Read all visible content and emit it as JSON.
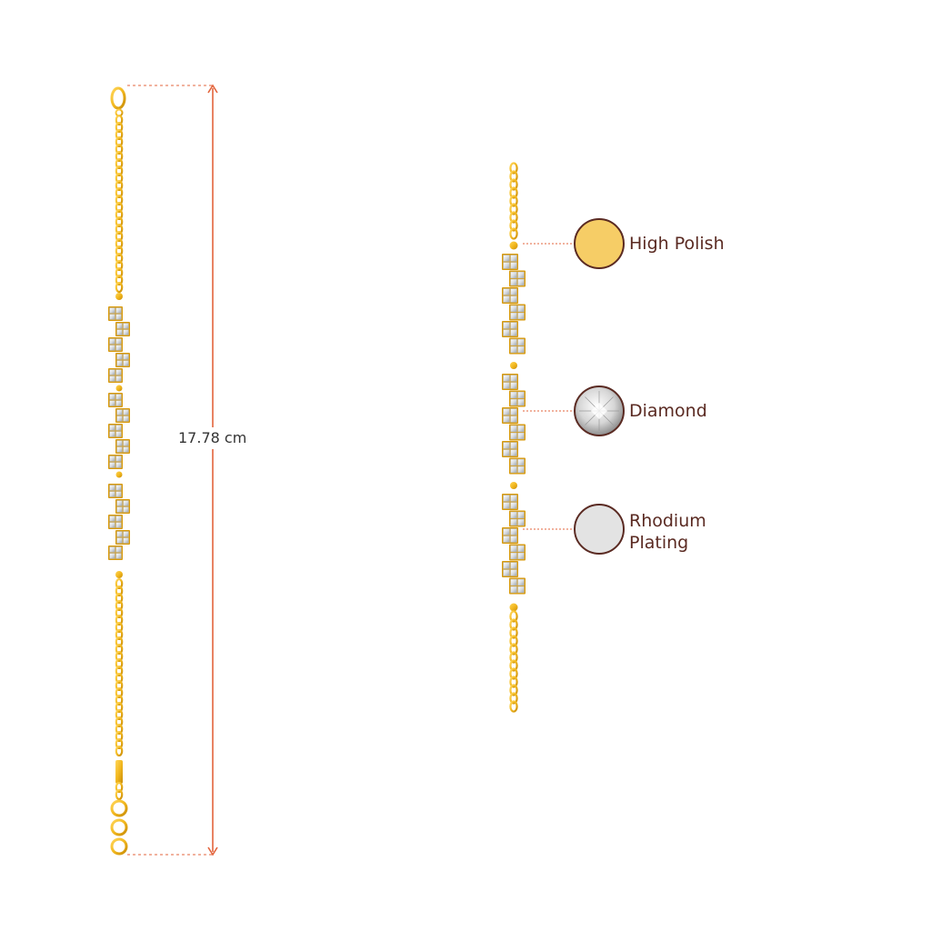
{
  "measurement": {
    "length_label": "17.78 cm"
  },
  "materials": [
    {
      "icon": "high-polish-swatch-icon",
      "label_lines": [
        "High Polish"
      ],
      "color": "#f6cd66"
    },
    {
      "icon": "diamond-swatch-icon",
      "label_lines": [
        "Diamond"
      ],
      "color": "#e6e6e6"
    },
    {
      "icon": "rhodium-plating-swatch-icon",
      "label_lines": [
        "Rhodium",
        "Plating"
      ],
      "color": "#e3e3e3"
    }
  ],
  "colors": {
    "gold": "#f2b81f",
    "gold_dark": "#d99a0a",
    "dimension_line": "#e3643c",
    "swatch_border": "#5a2a22",
    "label_text": "#5a2a22"
  }
}
